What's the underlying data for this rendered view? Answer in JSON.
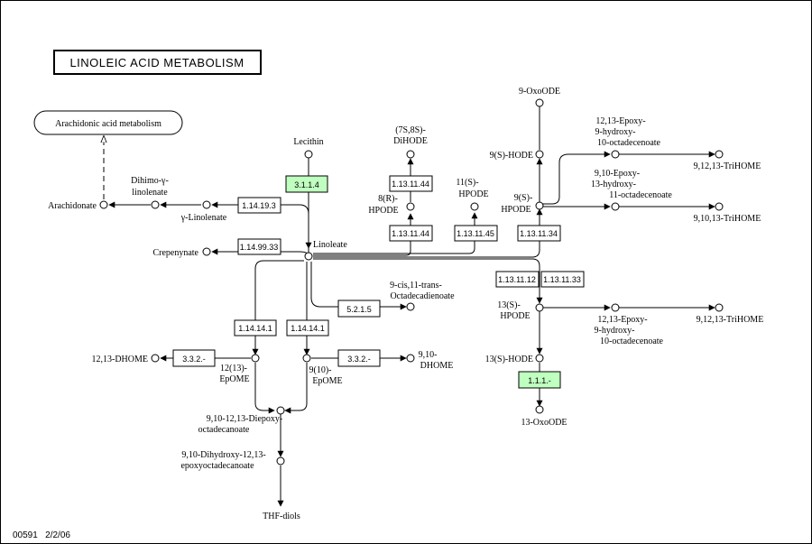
{
  "map": {
    "title": "LINOLEIC ACID METABOLISM",
    "footer": "00591   2/2/06",
    "pathway_links": {
      "arachidonic": "Arachidonic acid metabolism"
    },
    "compounds": {
      "lecithin": "Lecithin",
      "linoleate": "Linoleate",
      "dihomo_l1": "Dihimo-γ-",
      "dihomo_l2": "linolenate",
      "arachidonate": "Arachidonate",
      "gamma_linolenate": "γ-Linolenate",
      "crepenynate": "Crepenynate",
      "diHODE_l1": "(7S,8S)-",
      "diHODE_l2": "DiHODE",
      "hpode8r_l1": "8(R)-",
      "hpode8r_l2": "HPODE",
      "hpode11s_l1": "11(S)-",
      "hpode11s_l2": "HPODE",
      "oxoODE9": "9-OxoODE",
      "hode9s": "9(S)-HODE",
      "hpode9s_l1": "9(S)-",
      "hpode9s_l2": "HPODE",
      "epoxy_a_l1": "12,13-Epoxy-",
      "epoxy_a_l2": "9-hydroxy-",
      "epoxy_a_l3": "10-octadecenoate",
      "trihome_a": "9,12,13-TriHOME",
      "epoxy_b_l1": "9,10-Epoxy-",
      "epoxy_b_l2": "13-hydroxy-",
      "epoxy_b_l3": "11-octadecenoate",
      "trihome_b": "9,10,13-TriHOME",
      "cis_trans_l1": "9-cis,11-trans-",
      "cis_trans_l2": "Octadecadienoate",
      "hpode13s_l1": "13(S)-",
      "hpode13s_l2": "HPODE",
      "epoxy_c_l1": "12,13-Epoxy-",
      "epoxy_c_l2": "9-hydroxy-",
      "epoxy_c_l3": "10-octadecenoate",
      "trihome_c": "9,12,13-TriHOME",
      "hode13s": "13(S)-HODE",
      "oxoODE13": "13-OxoODE",
      "dhome1213": "12,13-DHOME",
      "epome1213_l1": "12(13)-",
      "epome1213_l2": "EpOME",
      "epome910_l1": "9(10)-",
      "epome910_l2": "EpOME",
      "dhome910_l1": "9,10-",
      "dhome910_l2": "DHOME",
      "diepoxy_l1": "9,10-12,13-Diepoxy-",
      "diepoxy_l2": "octadecanoate",
      "dihydroxy_l1": "9,10-Dihydroxy-12,13-",
      "dihydroxy_l2": "epoxyoctadecanoate",
      "thf": "THF-diols"
    },
    "enzymes": {
      "ec_3_1_1_4": "3.1.1.4",
      "ec_1_14_19_3": "1.14.19.3",
      "ec_1_14_99_33": "1.14.99.33",
      "ec_1_13_11_44_a": "1.13.11.44",
      "ec_1_13_11_44_b": "1.13.11.44",
      "ec_1_13_11_45": "1.13.11.45",
      "ec_1_13_11_34": "1.13.11.34",
      "ec_1_13_11_12": "1.13.11.12",
      "ec_1_13_11_33": "1.13.11.33",
      "ec_5_2_1_5": "5.2.1.5",
      "ec_1_14_14_1_a": "1.14.14.1",
      "ec_1_14_14_1_b": "1.14.14.1",
      "ec_3_3_2_a": "3.3.2.-",
      "ec_3_3_2_b": "3.3.2.-",
      "ec_1_1_1": "1.1.1.-"
    },
    "colors": {
      "present_enzyme": "#bfffbf",
      "background": "#ffffff",
      "stroke": "#000000"
    }
  }
}
